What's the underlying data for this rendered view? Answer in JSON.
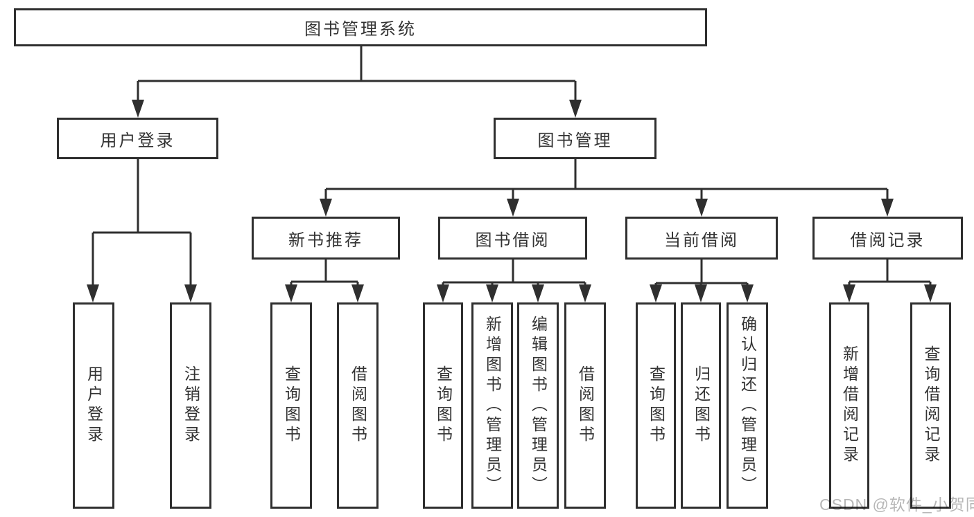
{
  "diagram": {
    "root": {
      "label": "图书管理系统"
    },
    "branches": [
      {
        "label": "用户登录",
        "children": [
          {
            "label": "用户登录"
          },
          {
            "label": "注销登录"
          }
        ]
      },
      {
        "label": "图书管理",
        "children": [
          {
            "label": "新书推荐",
            "children": [
              {
                "label": "查询图书"
              },
              {
                "label": "借阅图书"
              }
            ]
          },
          {
            "label": "图书借阅",
            "children": [
              {
                "label": "查询图书"
              },
              {
                "label": "新增图书（管理员）"
              },
              {
                "label": "编辑图书（管理员）"
              },
              {
                "label": "借阅图书"
              }
            ]
          },
          {
            "label": "当前借阅",
            "children": [
              {
                "label": "查询图书"
              },
              {
                "label": "归还图书"
              },
              {
                "label": "确认归还（管理员）"
              }
            ]
          },
          {
            "label": "借阅记录",
            "children": [
              {
                "label": "新增借阅记录"
              },
              {
                "label": "查询借阅记录"
              }
            ]
          }
        ]
      }
    ]
  },
  "watermark": {
    "text": "CSDN @软件_小贺同学"
  },
  "colors": {
    "line": "#2f2f2f",
    "text": "#333333",
    "watermark": "#b7b7b7",
    "background": "#ffffff"
  }
}
